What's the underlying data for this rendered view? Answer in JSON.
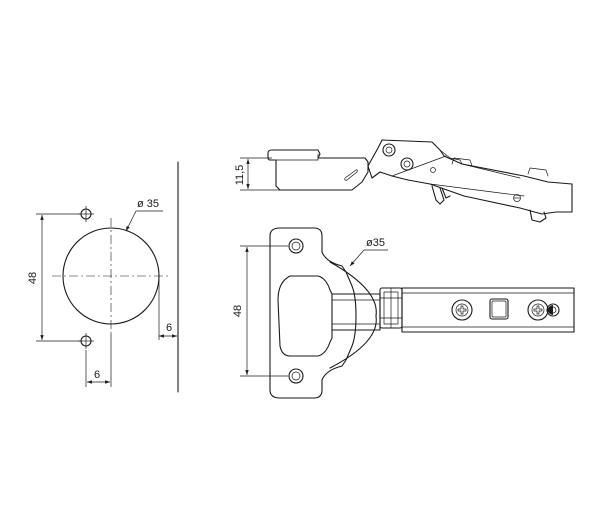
{
  "drilling_view": {
    "cup_diameter_label": "ø 35",
    "hole_spacing_label": "48",
    "hole_offset_label": "6",
    "edge_distance_label": "6"
  },
  "side_view": {
    "height_label": "11,5"
  },
  "top_view": {
    "cup_diameter_label": "ø35",
    "hole_spacing_label": "48"
  }
}
